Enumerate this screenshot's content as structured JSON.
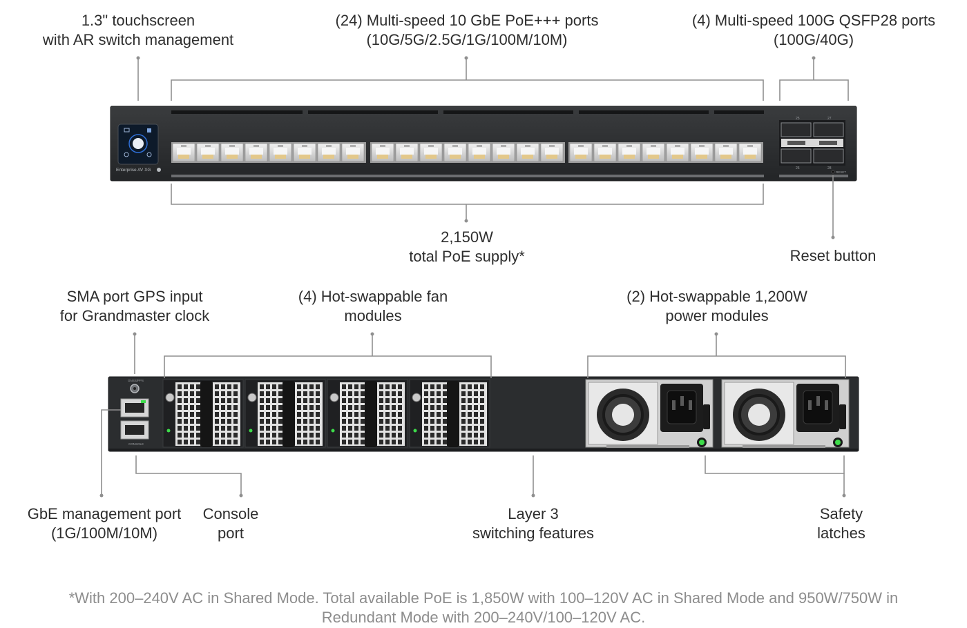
{
  "labels": {
    "touchscreen": [
      "1.3\" touchscreen",
      "with AR switch management"
    ],
    "poe_ports": [
      "(24) Multi-speed 10 GbE PoE+++ ports",
      "(10G/5G/2.5G/1G/100M/10M)"
    ],
    "qsfp_ports": [
      "(4) Multi-speed 100G QSFP28 ports",
      "(100G/40G)"
    ],
    "poe_supply": [
      "2,150W",
      "total PoE supply*"
    ],
    "reset": [
      "Reset button"
    ],
    "sma": [
      "SMA port GPS input",
      "for Grandmaster clock"
    ],
    "fans": [
      "(4) Hot-swappable fan",
      "modules"
    ],
    "power": [
      "(2) Hot-swappable 1,200W",
      "power modules"
    ],
    "mgmt": [
      "GbE management port",
      "(1G/100M/10M)"
    ],
    "console": [
      "Console",
      "port"
    ],
    "layer3": [
      "Layer 3",
      "switching features"
    ],
    "latches": [
      "Safety",
      "latches"
    ]
  },
  "footnote": [
    "*With 200–240V AC in Shared Mode. Total available PoE is 1,850W with 100–120V AC in Shared Mode and 950W/750W in",
    "Redundant Mode with 200–240V/100–120V AC."
  ],
  "front": {
    "brand": "Enterprise AV XG",
    "reset_text": "RESET",
    "qsfp_numbers": [
      "25",
      "27",
      "26",
      "28"
    ],
    "rj45_count": 24
  },
  "rear": {
    "fan_count": 4,
    "psu_count": 2,
    "gps_text": "GNSS/PPS",
    "console_text": "CONSOLE"
  },
  "colors": {
    "chassis": "#303234",
    "port_metal": "#dcdcdc",
    "port_contact": "#e3c88a",
    "status_led": "#3ddc4a",
    "leader": "#8f8f8f"
  }
}
